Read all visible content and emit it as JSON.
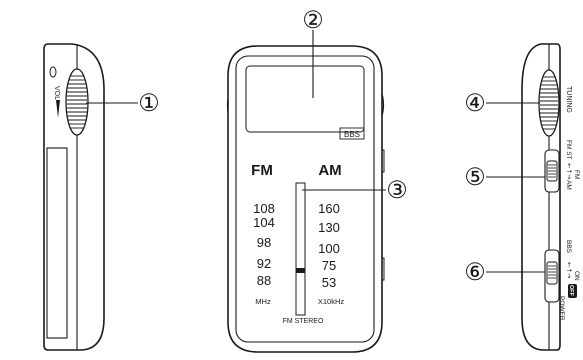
{
  "callouts": [
    "①",
    "②",
    "③",
    "④",
    "⑤",
    "⑥"
  ],
  "left_side": {
    "volume_label": "VOL"
  },
  "front": {
    "bbs_badge": "BBS",
    "band_fm": "FM",
    "band_am": "AM",
    "fm_scale": [
      "108",
      "104",
      "98",
      "92",
      "88"
    ],
    "am_scale": [
      "160",
      "130",
      "100",
      "75",
      "53"
    ],
    "fm_unit": "MHz",
    "am_unit": "X10kHz",
    "stereo_label": "FM STEREO"
  },
  "right_side": {
    "tuning_label": "TUNING",
    "band_switch": {
      "fm_st": "FM ST",
      "fm": "FM",
      "am": "AM"
    },
    "power_switch": {
      "bbs": "BBS",
      "on": "ON",
      "off": "OFF",
      "power": "POWER"
    }
  }
}
